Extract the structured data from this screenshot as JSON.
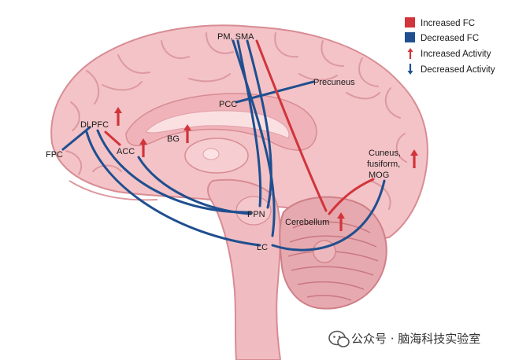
{
  "colors": {
    "increased": "#d1343a",
    "decreased": "#1f4f8f",
    "brain_fill": "#f2c0c4",
    "brain_dark": "#e3a2a8",
    "brain_outline": "#d88c93"
  },
  "legend": {
    "increased_fc": "Increased FC",
    "decreased_fc": "Decreased FC",
    "increased_activity": "Increased Activity",
    "decreased_activity": "Decreased Activity"
  },
  "regions": {
    "pm_sma": "PM, SMA",
    "precuneus": "Precuneus",
    "pcc": "PCC",
    "dlpfc": "DLPFC",
    "fpc": "FPC",
    "acc": "ACC",
    "bg": "BG",
    "cuneus_1": "Cuneus,",
    "cuneus_2": "fusiform,",
    "cuneus_3": "MOG",
    "ppn": "PPN",
    "cerebellum": "Cerebellum",
    "lc": "LC"
  },
  "watermark": {
    "text": "公众号 · 脑海科技实验室",
    "icon": "wechat-icon"
  }
}
